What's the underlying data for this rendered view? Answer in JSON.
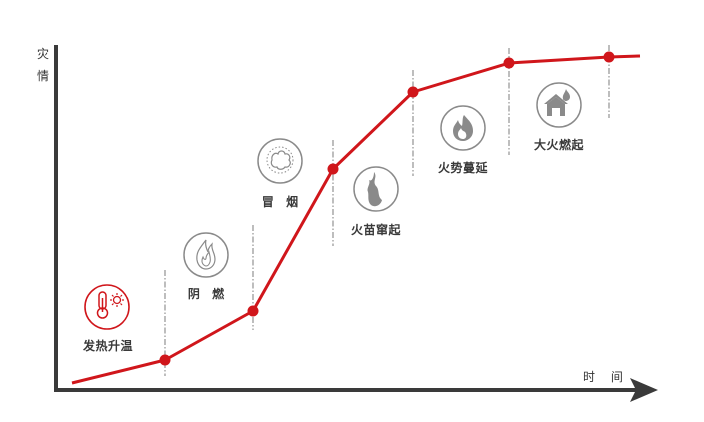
{
  "chart_data": {
    "type": "line",
    "title": "",
    "xlabel": "时间",
    "ylabel": "灾情",
    "ylabel_chars": [
      "灾",
      "情"
    ],
    "xlabel_chars": "时 间",
    "grid": false,
    "line_color": "#d0161b",
    "axis_color": "#3a3a3a",
    "stages": [
      {
        "name": "发热升温",
        "icon": "thermometer-sun-icon",
        "highlight": true
      },
      {
        "name": "阴 燃",
        "icon": "smoldering-flame-outline-icon",
        "highlight": false
      },
      {
        "name": "冒 烟",
        "icon": "smoke-cloud-icon",
        "highlight": false
      },
      {
        "name": "火苗窜起",
        "icon": "rising-flame-icon",
        "highlight": false
      },
      {
        "name": "火势蔓延",
        "icon": "spreading-fire-icon",
        "highlight": false
      },
      {
        "name": "大火燃起",
        "icon": "burning-house-icon",
        "highlight": false
      }
    ],
    "x": [
      0,
      1,
      2,
      3,
      4,
      5,
      6,
      6.3
    ],
    "values": [
      2,
      9,
      23,
      64,
      86,
      94,
      96,
      96.3
    ],
    "marker_indices": [
      1,
      2,
      3,
      4,
      5,
      6
    ],
    "ylim": [
      0,
      100
    ],
    "note": "Qualitative fire development curve: disaster severity vs time, S-shaped growth"
  },
  "axes": {
    "y_chars": [
      "灾",
      "情"
    ],
    "x_label": "时 间"
  },
  "stages": [
    {
      "label": "发热升温"
    },
    {
      "label": "阴 燃"
    },
    {
      "label": "冒 烟"
    },
    {
      "label": "火苗窜起"
    },
    {
      "label": "火势蔓延"
    },
    {
      "label": "大火燃起"
    }
  ],
  "colors": {
    "accent_red": "#d0161b",
    "icon_gray": "#8a8a8a",
    "axis": "#3a3a3a",
    "dash": "#9a9a9a"
  }
}
